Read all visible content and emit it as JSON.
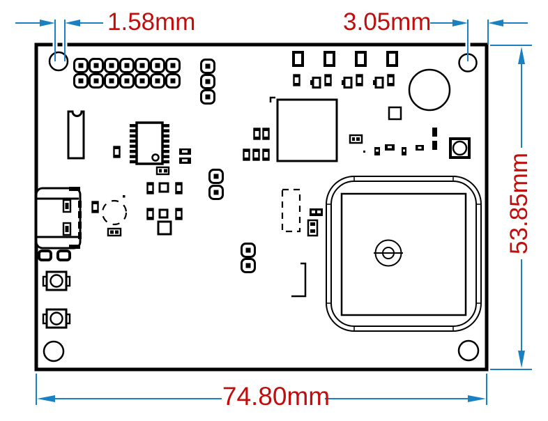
{
  "drawing": {
    "type": "pcb-mechanical-dimension-drawing",
    "labels": {
      "top_left": "1.58mm",
      "top_right": "3.05mm",
      "right": "53.85mm",
      "bottom": "74.80mm"
    },
    "colors": {
      "dimension_lines": "#1981c2",
      "dimension_text": "#c20d0d",
      "line_art": "#000000",
      "background": "#ffffff"
    },
    "components": [
      "mounting-hole-top-left",
      "mounting-hole-top-right",
      "mounting-hole-bottom-left",
      "mounting-hole-bottom-right",
      "pin-header-2x7",
      "pin-header-1x3",
      "pin-header-1x2-middle",
      "pin-header-1x2-bottom",
      "usb-c-connector",
      "tactile-button-1",
      "tactile-button-2",
      "smd-push-button",
      "tssop-ic",
      "gps-module-ic",
      "buzzer",
      "ceramic-patch-antenna",
      "antenna-feed-pin",
      "smd-leds",
      "smd-passives",
      "crystal-courtyard"
    ]
  }
}
